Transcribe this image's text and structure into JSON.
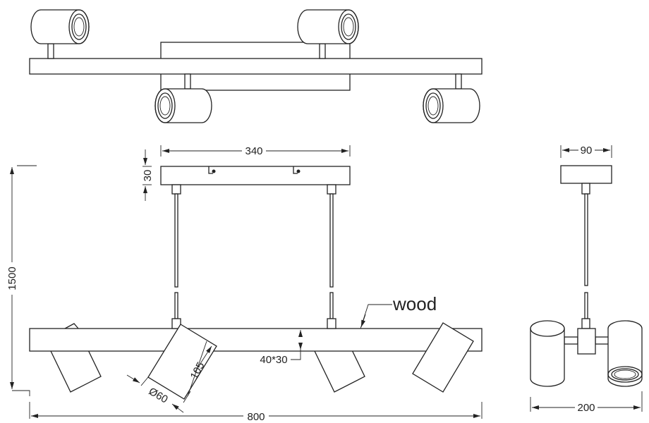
{
  "title": "Pendant spotlight dimension drawing",
  "labels": {
    "material": "wood",
    "canopy_width": "340",
    "canopy_height": "30",
    "total_height": "1500",
    "bar_section": "40*30",
    "spot_length": "105",
    "spot_diameter": "Ø60",
    "total_length": "800",
    "side_canopy_width": "90",
    "side_total_width": "200"
  }
}
